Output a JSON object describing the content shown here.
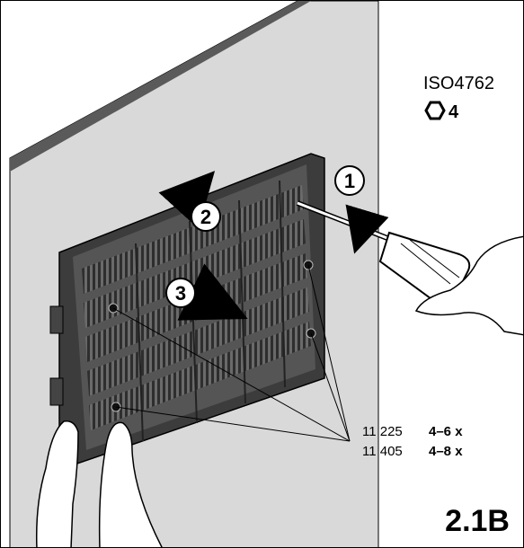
{
  "norm": {
    "standard": "ISO4762",
    "hex_size": "4"
  },
  "steps": [
    {
      "number": "1"
    },
    {
      "number": "2"
    },
    {
      "number": "3"
    }
  ],
  "quantities": [
    {
      "code": "11 225",
      "amount": "4–6 x"
    },
    {
      "code": "11 405",
      "amount": "4–8 x"
    }
  ],
  "figure_label": "2.1B"
}
